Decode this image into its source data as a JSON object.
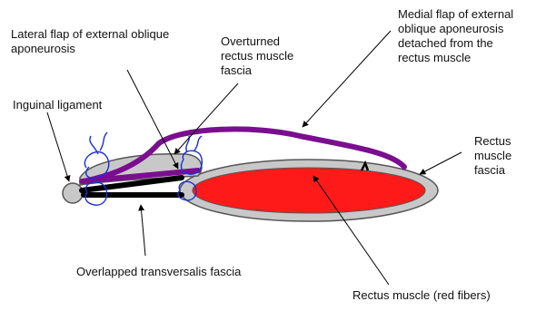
{
  "labels": {
    "lateral_flap": [
      "Lateral flap of external oblique",
      "aponeurosis"
    ],
    "overturned_fascia": [
      "Overturned",
      "rectus muscle",
      "fascia"
    ],
    "medial_flap": [
      "Medial flap of external",
      "oblique aponeurosis",
      "detached from the",
      "rectus muscle"
    ],
    "inguinal_ligament": [
      "Inguinal ligament"
    ],
    "rectus_fascia": [
      "Rectus",
      "muscle",
      "fascia"
    ],
    "transversalis": [
      "Overlapped transversalis fascia"
    ],
    "rectus_muscle": [
      "Rectus muscle (red fibers)"
    ]
  },
  "colors": {
    "muscle_red": "#ff1a1a",
    "fascia_gray": "#c8c8c8",
    "outline": "#555555",
    "flap_purple": "#7a0e8f",
    "transversalis_black": "#000000",
    "suture_blue": "#1a2fd6",
    "leader_line": "#000000"
  }
}
